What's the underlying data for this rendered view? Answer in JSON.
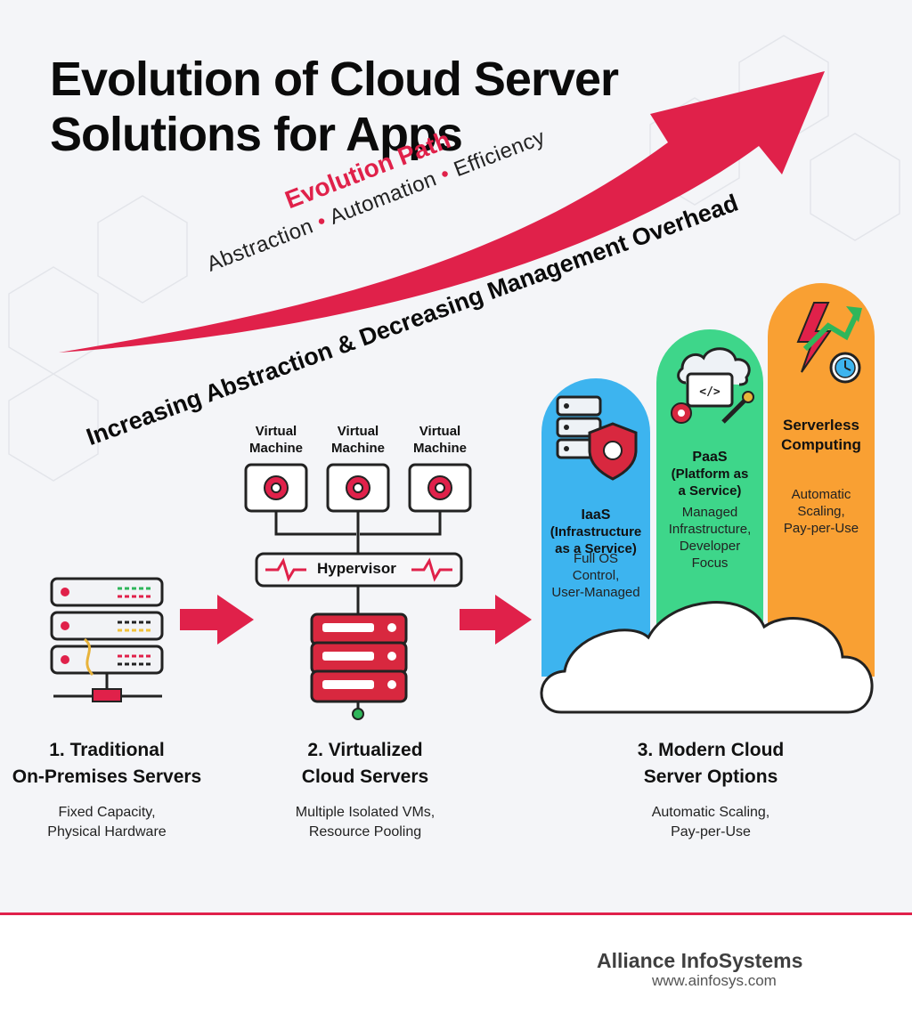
{
  "title": {
    "line1": "Evolution of Cloud Server",
    "line2": "Solutions for Apps"
  },
  "evolution": {
    "heading": "Evolution Path",
    "keywords": [
      "Abstraction",
      "Automation",
      "Efficiency"
    ],
    "separator": "•"
  },
  "trend_label": "Increasing Abstraction & Decreasing Management Overhead",
  "stages": [
    {
      "title_line1": "1. Traditional",
      "title_line2": "On-Premises Servers",
      "desc_line1": "Fixed Capacity,",
      "desc_line2": "Physical Hardware"
    },
    {
      "title_line1": "2. Virtualized",
      "title_line2": "Cloud Servers",
      "desc_line1": "Multiple Isolated VMs,",
      "desc_line2": "Resource Pooling"
    },
    {
      "title_line1": "3. Modern Cloud",
      "title_line2": "Server Options",
      "desc_line1": "Automatic Scaling,",
      "desc_line2": "Pay-per-Use"
    }
  ],
  "virtual_machines": [
    {
      "line1": "Virtual",
      "line2": "Machine"
    },
    {
      "line1": "Virtual",
      "line2": "Machine"
    },
    {
      "line1": "Virtual",
      "line2": "Machine"
    }
  ],
  "hypervisor_label": "Hypervisor",
  "options": [
    {
      "name_lines": [
        "IaaS",
        "(Infrastructure",
        "as a Service)"
      ],
      "desc_lines": [
        "Full OS",
        "Control,",
        "User-Managed"
      ],
      "color": "#3db4ef"
    },
    {
      "name_lines": [
        "PaaS",
        "(Platform as",
        "a Service)"
      ],
      "desc_lines": [
        "Managed",
        "Infrastructure,",
        "Developer",
        "Focus"
      ],
      "color": "#3ed68a"
    },
    {
      "name_lines": [
        "Serverless",
        "Computing"
      ],
      "desc_lines": [
        "Automatic",
        "Scaling,",
        "Pay-per-Use"
      ],
      "color": "#f9a033"
    }
  ],
  "colors": {
    "accent": "#e0214a",
    "server_red": "#d8283f",
    "iaas": "#3db4ef",
    "paas": "#3ed68a",
    "serverless": "#f9a033"
  },
  "footer": {
    "company": "Alliance InfoSystems",
    "website": "www.ainfosys.com"
  }
}
